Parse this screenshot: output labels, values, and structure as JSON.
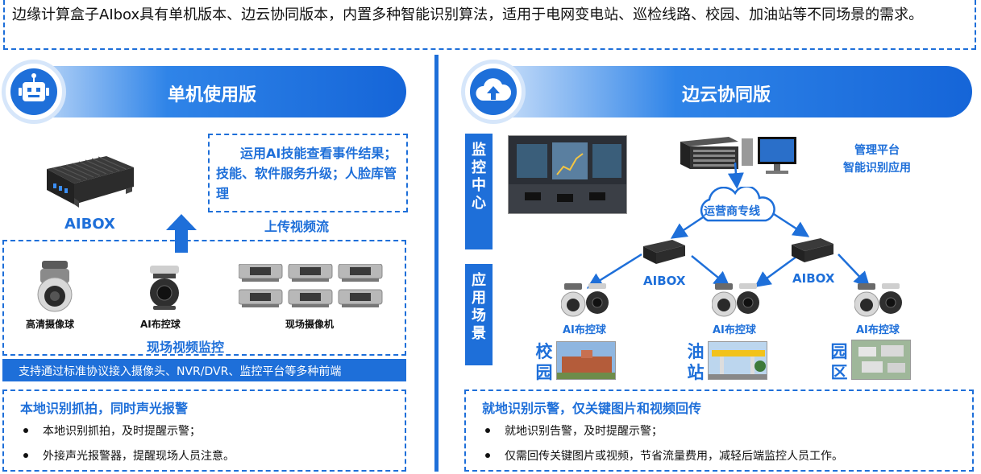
{
  "intro": {
    "text": "边缘计算盒子AIbox具有单机版本、边云协同版本，内置多种智能识别算法，适用于电网变电站、巡检线路、校园、加油站等不同场景的需求。"
  },
  "left": {
    "banner_title": "单机使用版",
    "box_label": "AIBOX",
    "callout": "运用AI技能查看事件结果；技能、软件服务升级；人脸库管理",
    "upload_label": "上传视频流",
    "cameras": [
      {
        "label": "高清摄像球",
        "icon": "dome-camera-icon"
      },
      {
        "label": "AI布控球",
        "icon": "ptz-ball-icon"
      },
      {
        "label": "现场摄像机",
        "icon": "bullet-cameras-icon"
      }
    ],
    "monitor_label": "现场视频监控",
    "support_bar": "支持通过标准协议接入摄像头、NVR/DVR、监控平台等多种前端",
    "feature": {
      "title": "本地识别抓拍，同时声光报警",
      "bullets": [
        "本地识别抓拍，及时提醒示警；",
        "外接声光报警器，提醒现场人员注意。"
      ]
    }
  },
  "right": {
    "banner_title": "边云协同版",
    "monitor_center_label": "监控中心",
    "app_scene_label": "应用场景",
    "platform_label_1": "管理平台",
    "platform_label_2": "智能识别应用",
    "cloud_label": "运营商专线",
    "aibox_left": "AIBOX",
    "aibox_right": "AIBOX",
    "ai_ball_labels": [
      "AI布控球",
      "AI布控球",
      "AI布控球"
    ],
    "places": [
      "校园",
      "油站",
      "园区"
    ],
    "feature": {
      "title": "就地识别示警，仅关键图片和视频回传",
      "bullets": [
        "就地识别告警，及时提醒示警；",
        "仅需回传关键图片或视频，节省流量费用，减轻后端监控人员工作。"
      ]
    }
  },
  "colors": {
    "accent": "#1e6fd9",
    "banner_light": "#d9e8fb",
    "banner_dark": "#1565d8"
  }
}
